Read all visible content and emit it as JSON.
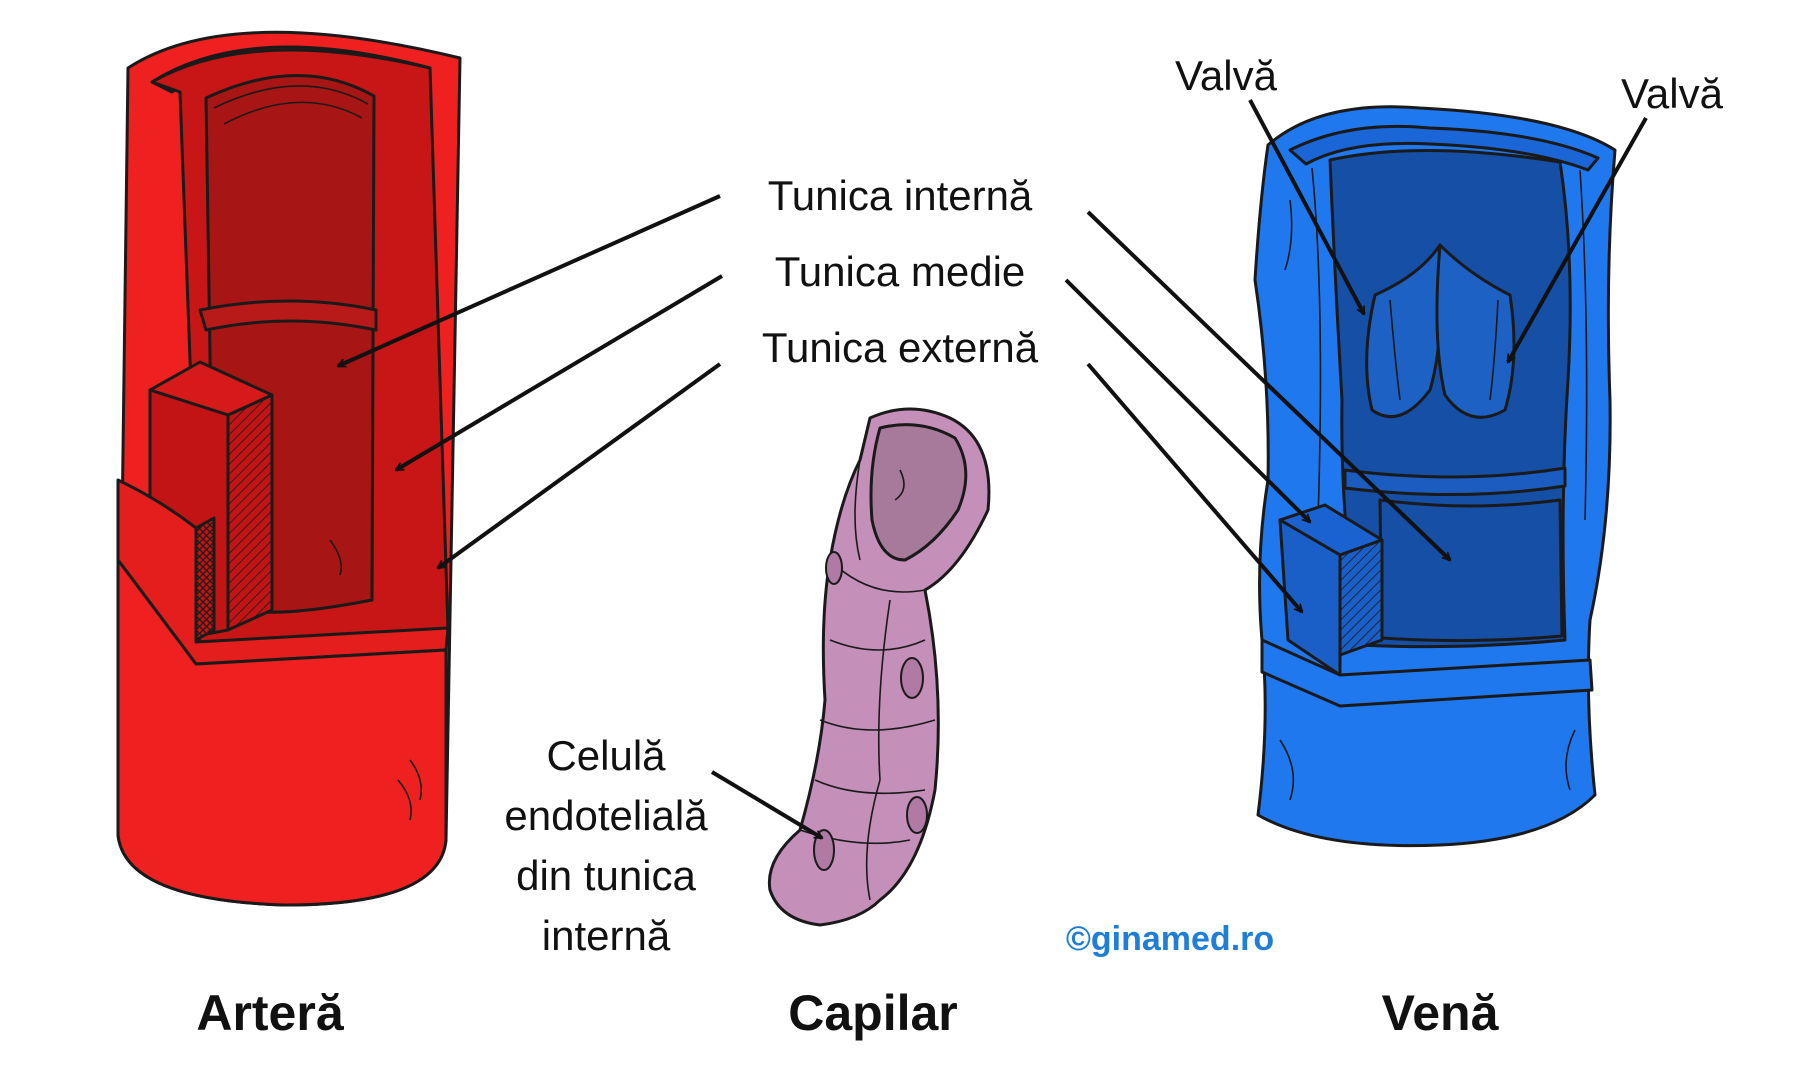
{
  "labels": {
    "tunica_interna": "Tunica internă",
    "tunica_medie": "Tunica medie",
    "tunica_externa": "Tunica externă",
    "valva_left": "Valvă",
    "valva_right": "Valvă",
    "celula_line1": "Celulă",
    "celula_line2": "endotelială",
    "celula_line3": "din tunica",
    "celula_line4": "internă",
    "artera": "Arteră",
    "capilar": "Capilar",
    "vena": "Venă",
    "credit": "©ginamed.ro"
  },
  "colors": {
    "artery_outer": "#ee2020",
    "artery_mid": "#d61818",
    "artery_lumen": "#a81515",
    "vein_outer": "#1f78ee",
    "vein_mid": "#1a63cf",
    "vein_lumen": "#1550a6",
    "capillary": "#c48fb8",
    "capillary_inner": "#a77a9c",
    "credit": "#1f7fd6"
  }
}
